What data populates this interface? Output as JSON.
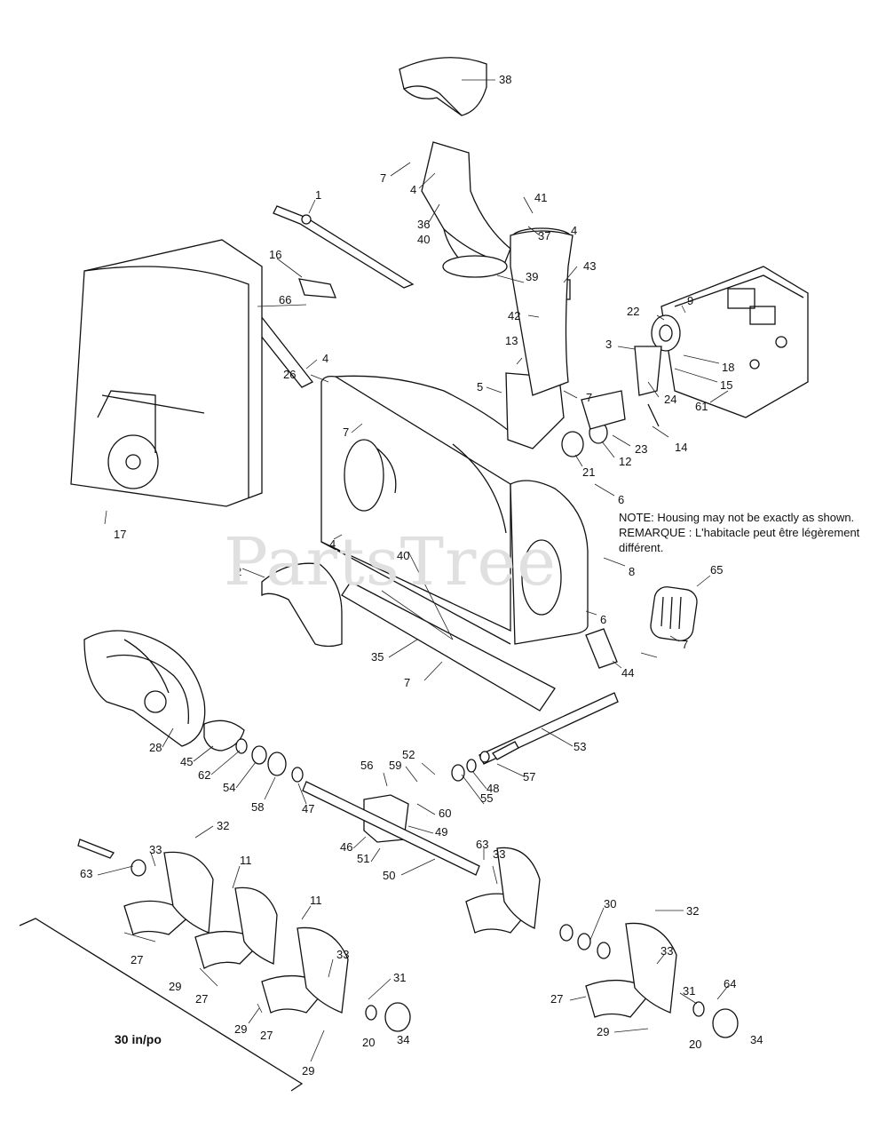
{
  "watermark": "PartsTree",
  "note": {
    "line1": "NOTE: Housing may not be exactly as shown.",
    "line2": "REMARQUE : L'habitacle peut être légèrement",
    "line3": "différent."
  },
  "scale_label": "30 in/po",
  "callouts": [
    "38",
    "7",
    "4",
    "36",
    "40",
    "41",
    "37",
    "4",
    "43",
    "39",
    "42",
    "1",
    "16",
    "66",
    "4",
    "26",
    "7",
    "5",
    "13",
    "7",
    "9",
    "22",
    "3",
    "18",
    "15",
    "61",
    "24",
    "14",
    "23",
    "12",
    "21",
    "6",
    "8",
    "6",
    "4",
    "40",
    "17",
    "2",
    "35",
    "7",
    "65",
    "7",
    "44",
    "28",
    "45",
    "62",
    "54",
    "58",
    "47",
    "56",
    "59",
    "52",
    "57",
    "48",
    "55",
    "60",
    "49",
    "46",
    "51",
    "50",
    "53",
    "32",
    "33",
    "63",
    "11",
    "11",
    "33",
    "63",
    "33",
    "30",
    "32",
    "33",
    "27",
    "29",
    "27",
    "29",
    "27",
    "31",
    "20",
    "34",
    "29",
    "27",
    "29",
    "31",
    "64",
    "20",
    "34"
  ]
}
